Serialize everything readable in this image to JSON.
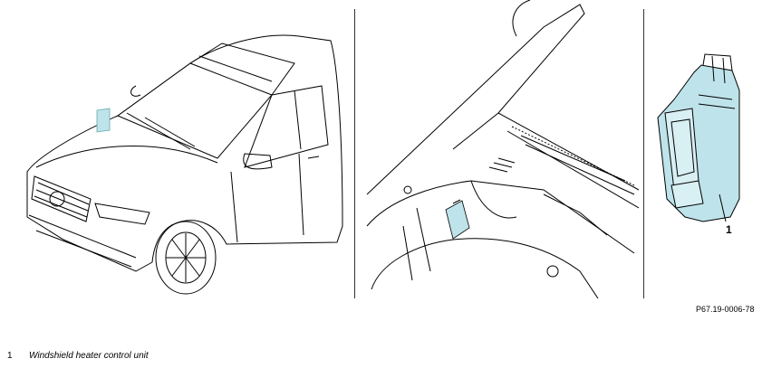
{
  "callout": {
    "number": "1"
  },
  "reference_code": "P67.19-0006-78",
  "legend": [
    {
      "number": "1",
      "text": "Windshield heater control unit"
    }
  ],
  "colors": {
    "highlight": "#bfe3ea",
    "line": "#000000"
  }
}
